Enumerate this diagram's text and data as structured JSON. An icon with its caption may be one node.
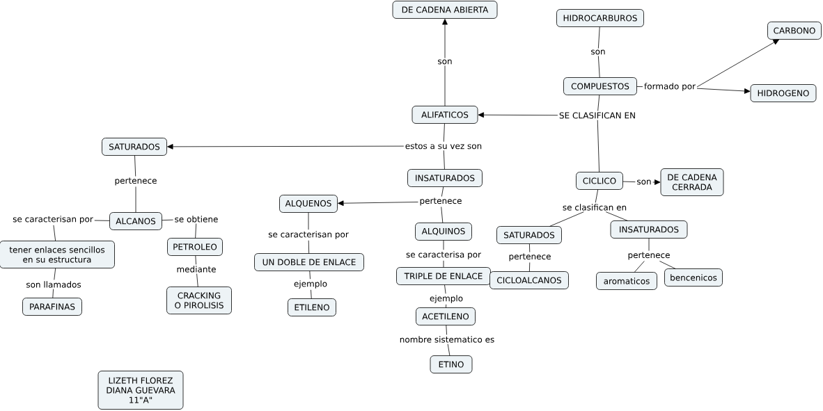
{
  "diagram": {
    "nodes": [
      {
        "text": [
          "DE CADENA ABIERTA"
        ]
      },
      {
        "text": [
          "HIDROCARBUROS"
        ]
      },
      {
        "text": [
          "CARBONO"
        ]
      },
      {
        "text": [
          "son"
        ]
      },
      {
        "text": [
          "son"
        ]
      },
      {
        "text": [
          "COMPUESTOS"
        ]
      },
      {
        "text": [
          "formado por"
        ]
      },
      {
        "text": [
          "HIDROGENO"
        ]
      },
      {
        "text": [
          "ALIFATICOS"
        ]
      },
      {
        "text": [
          "SE CLASIFICAN EN"
        ]
      },
      {
        "text": [
          "estos a su vez son"
        ]
      },
      {
        "text": [
          "SATURADOS"
        ]
      },
      {
        "text": [
          "INSATURADOS"
        ]
      },
      {
        "text": [
          "CICLICO"
        ]
      },
      {
        "text": [
          "pertenece"
        ]
      },
      {
        "text": [
          "son"
        ]
      },
      {
        "text": [
          "DE CADENA CERRADA"
        ]
      },
      {
        "text": [
          "pertenece"
        ]
      },
      {
        "text": [
          "ALQUENOS"
        ]
      },
      {
        "text": [
          "se clasifican en"
        ]
      },
      {
        "text": [
          "se caracterisan por"
        ]
      },
      {
        "text": [
          "se obtiene"
        ]
      },
      {
        "text": [
          "ALCANOS"
        ]
      },
      {
        "text": [
          "INSATURADOS"
        ]
      },
      {
        "text": [
          "ALQUINOS"
        ]
      },
      {
        "text": [
          "SATURADOS"
        ]
      },
      {
        "text": [
          "se caracterisan por"
        ]
      },
      {
        "text": [
          "PETROLEO"
        ]
      },
      {
        "text": [
          "tener enlaces sencillos en su estructura"
        ]
      },
      {
        "text": [
          "se caracterisa por"
        ]
      },
      {
        "text": [
          "pertenece"
        ]
      },
      {
        "text": [
          "pertenece"
        ]
      },
      {
        "text": [
          "UN DOBLE DE ENLACE"
        ]
      },
      {
        "text": [
          "mediante"
        ]
      },
      {
        "text": [
          "TRIPLE DE ENLACE"
        ]
      },
      {
        "text": [
          "bencenicos"
        ]
      },
      {
        "text": [
          "CICLOALCANOS"
        ]
      },
      {
        "text": [
          "aromaticos"
        ]
      },
      {
        "text": [
          "son llamados"
        ]
      },
      {
        "text": [
          "ejemplo"
        ]
      },
      {
        "text": [
          "ejemplo"
        ]
      },
      {
        "text": [
          "CRACKING O PIROLISIS"
        ]
      },
      {
        "text": [
          "PARAFINAS"
        ]
      },
      {
        "text": [
          "ETILENO"
        ]
      },
      {
        "text": [
          "ACETILENO"
        ]
      },
      {
        "text": [
          "nombre sistematico es"
        ]
      },
      {
        "text": [
          "ETINO"
        ]
      },
      {
        "text": [
          "LIZETH FLOREZ DIANA GUEVARA 11\"A\""
        ]
      }
    ],
    "edges": [
      {
        "from": 1,
        "to": 3,
        "arrow": "none"
      },
      {
        "from": 3,
        "to": 5,
        "arrow": "none"
      },
      {
        "from": 5,
        "to": 6,
        "arrow": "none"
      },
      {
        "from": 6,
        "to": 2,
        "arrow": "to"
      },
      {
        "from": 6,
        "to": 7,
        "arrow": "to"
      },
      {
        "from": 5,
        "to": 9,
        "arrow": "none"
      },
      {
        "from": 9,
        "to": 8,
        "arrow": "to"
      },
      {
        "from": 9,
        "to": 13,
        "arrow": "none"
      },
      {
        "from": 8,
        "to": 4,
        "arrow": "none"
      },
      {
        "from": 4,
        "to": 0,
        "arrow": "to"
      },
      {
        "from": 8,
        "to": 10,
        "arrow": "none"
      },
      {
        "from": 10,
        "to": 11,
        "arrow": "to"
      },
      {
        "from": 10,
        "to": 12,
        "arrow": "none"
      },
      {
        "from": 11,
        "to": 14,
        "arrow": "none"
      },
      {
        "from": 14,
        "to": 22,
        "arrow": "none"
      },
      {
        "from": 22,
        "to": 20,
        "arrow": "none"
      },
      {
        "from": 20,
        "to": 28,
        "arrow": "none"
      },
      {
        "from": 22,
        "to": 21,
        "arrow": "none"
      },
      {
        "from": 21,
        "to": 27,
        "arrow": "none"
      },
      {
        "from": 27,
        "to": 33,
        "arrow": "none"
      },
      {
        "from": 33,
        "to": 41,
        "arrow": "none"
      },
      {
        "from": 28,
        "to": 38,
        "arrow": "none"
      },
      {
        "from": 38,
        "to": 42,
        "arrow": "none"
      },
      {
        "from": 12,
        "to": 17,
        "arrow": "none"
      },
      {
        "from": 17,
        "to": 18,
        "arrow": "to"
      },
      {
        "from": 17,
        "to": 24,
        "arrow": "none"
      },
      {
        "from": 18,
        "to": 26,
        "arrow": "none"
      },
      {
        "from": 26,
        "to": 32,
        "arrow": "none"
      },
      {
        "from": 32,
        "to": 39,
        "arrow": "none"
      },
      {
        "from": 39,
        "to": 43,
        "arrow": "none"
      },
      {
        "from": 24,
        "to": 29,
        "arrow": "none"
      },
      {
        "from": 29,
        "to": 34,
        "arrow": "none"
      },
      {
        "from": 34,
        "to": 40,
        "arrow": "none"
      },
      {
        "from": 40,
        "to": 44,
        "arrow": "none"
      },
      {
        "from": 44,
        "to": 45,
        "arrow": "none"
      },
      {
        "from": 45,
        "to": 46,
        "arrow": "none"
      },
      {
        "from": 13,
        "to": 15,
        "arrow": "none"
      },
      {
        "from": 15,
        "to": 16,
        "arrow": "to"
      },
      {
        "from": 13,
        "to": 19,
        "arrow": "none"
      },
      {
        "from": 19,
        "to": 25,
        "arrow": "none"
      },
      {
        "from": 19,
        "to": 23,
        "arrow": "none"
      },
      {
        "from": 25,
        "to": 30,
        "arrow": "none"
      },
      {
        "from": 30,
        "to": 36,
        "arrow": "none"
      },
      {
        "from": 23,
        "to": 31,
        "arrow": "none"
      },
      {
        "from": 31,
        "to": 37,
        "arrow": "none"
      },
      {
        "from": 31,
        "to": 35,
        "arrow": "none"
      }
    ]
  }
}
